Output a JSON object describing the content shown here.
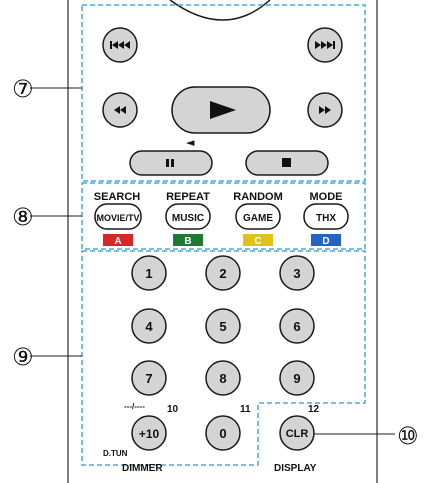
{
  "callouts": [
    "⑦",
    "⑧",
    "⑨",
    "⑩"
  ],
  "transport": {
    "prev_icon": "skip-previous-icon",
    "next_icon": "skip-next-icon",
    "rewind_icon": "rewind-icon",
    "play_icon": "play-icon",
    "forward_icon": "fast-forward-icon",
    "pause_icon": "pause-icon",
    "stop_icon": "stop-icon",
    "pause_marker": "◄"
  },
  "modes": [
    {
      "top": "SEARCH",
      "button": "MOVIE/TV",
      "color_label": "A",
      "color": "#d92727"
    },
    {
      "top": "REPEAT",
      "button": "MUSIC",
      "color_label": "B",
      "color": "#1f7a32"
    },
    {
      "top": "RANDOM",
      "button": "GAME",
      "color_label": "C",
      "color": "#e0c21c"
    },
    {
      "top": "MODE",
      "button": "THX",
      "color_label": "D",
      "color": "#2563c7"
    }
  ],
  "numpad": {
    "keys": [
      "1",
      "2",
      "3",
      "4",
      "5",
      "6",
      "7",
      "8",
      "9",
      "+10",
      "0",
      "CLR"
    ],
    "labels": {
      "key10_top": "---/----",
      "key10_num": "10",
      "key11_num": "11",
      "key12_num": "12",
      "key10_bottom": "D.TUN",
      "dimmer": "DIMMER",
      "display": "DISPLAY"
    }
  },
  "colors": {
    "button_fill": "#d4d4d4",
    "button_stroke": "#1a1a1a",
    "dash": "#4aa8d6",
    "body_line": "#555555"
  }
}
